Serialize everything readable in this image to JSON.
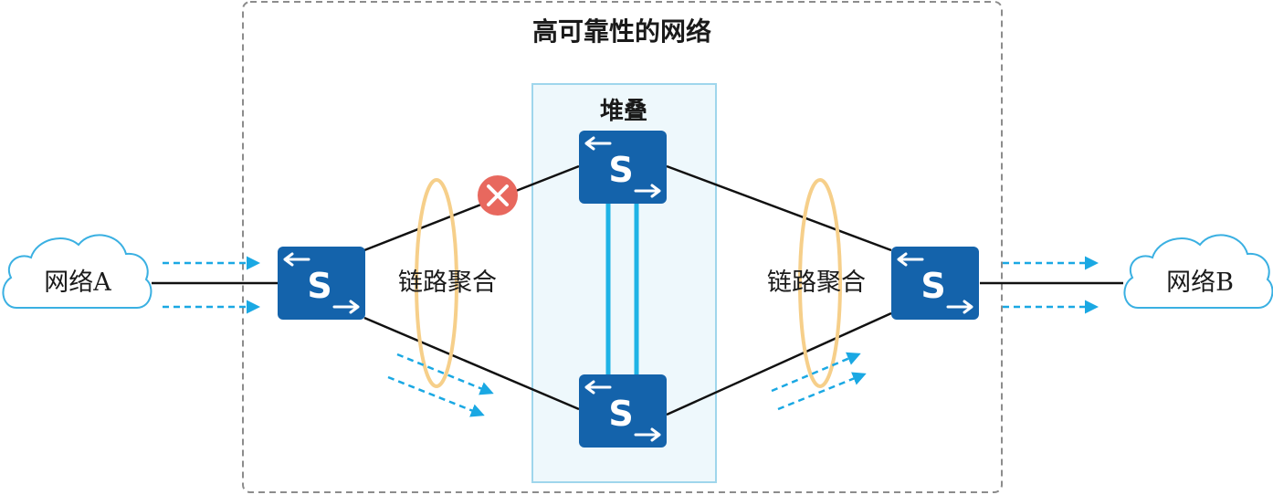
{
  "title": "高可靠性的网络",
  "stack_label": "堆叠",
  "link_aggregation_left": "链路聚合",
  "link_aggregation_right": "链路聚合",
  "network_a": "网络A",
  "network_b": "网络B",
  "switch_letter": "S",
  "colors": {
    "switch_fill": "#1463ab",
    "stack_bg": "#eef8fc",
    "stack_border": "#9fd6ec",
    "stack_link": "#1fb3e6",
    "traffic_arrow": "#1aa8e3",
    "aggregation_ring": "#f6cf8a",
    "fault_mark": "#e8685e",
    "cloud_stroke": "#3ab0e2",
    "link_line": "#111111",
    "outer_border": "#8c8c8c"
  }
}
